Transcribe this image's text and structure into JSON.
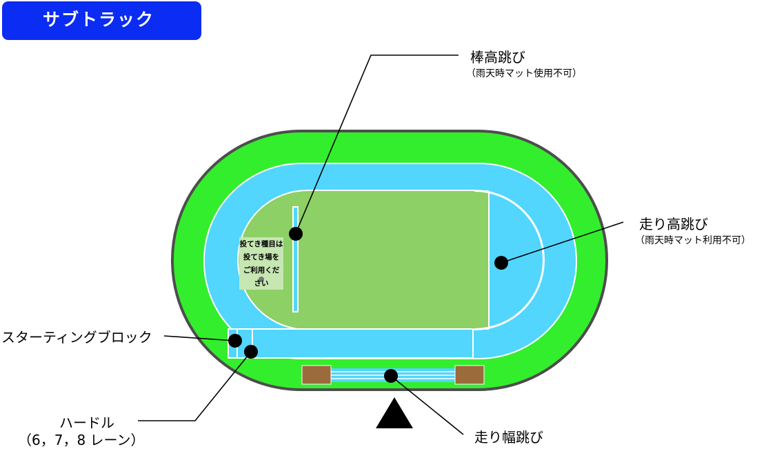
{
  "title": "サブトラック",
  "colors": {
    "title_bg": "#0b2cf2",
    "outer_grass": "#33ee2c",
    "track": "#52d6fd",
    "infield": "#8dd065",
    "throw_area": "#c6e6b2",
    "sand_pit": "#9c6b3b"
  },
  "labels": {
    "pole_vault": "棒高跳び",
    "pole_vault_note": "（雨天時マット使用不可）",
    "high_jump": "走り高跳び",
    "high_jump_note": "（雨天時マット利用不可）",
    "starting_block": "スターティングブロック",
    "hurdle": "ハードル",
    "hurdle_note": "（6，7，8 レーン）",
    "long_jump": "走り幅跳び"
  },
  "infield_note": {
    "line1": "投てき種目は",
    "line2": "投てき場を",
    "line3": "ご利用くだ",
    "line4": "さい"
  }
}
